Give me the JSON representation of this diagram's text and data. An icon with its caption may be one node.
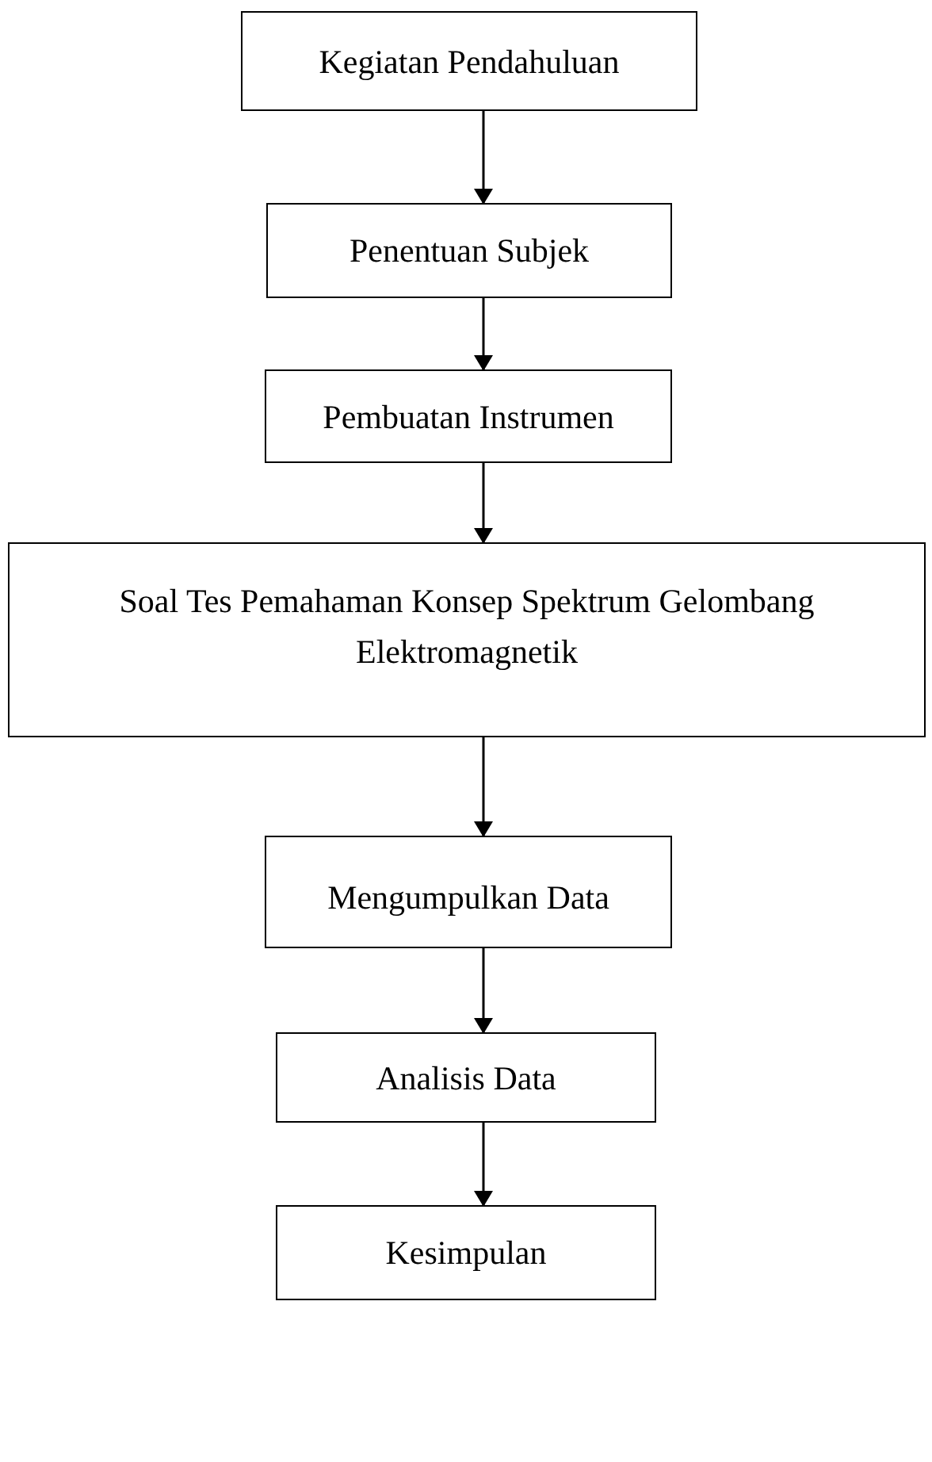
{
  "diagram": {
    "nodes": [
      {
        "text": [
          "Kegiatan Pendahuluan"
        ]
      },
      {
        "text": [
          "Penentuan Subjek"
        ]
      },
      {
        "text": [
          "Pembuatan Instrumen"
        ]
      },
      {
        "text": [
          "Soal Tes Pemahaman Konsep Spektrum Gelombang Elektromagnetik"
        ]
      },
      {
        "text": [
          "Mengumpulkan Data"
        ]
      },
      {
        "text": [
          "Analisis Data"
        ]
      },
      {
        "text": [
          "Kesimpulan"
        ]
      }
    ],
    "edges": [
      {
        "from": 0,
        "to": 1,
        "arrow": "to"
      },
      {
        "from": 1,
        "to": 2,
        "arrow": "to"
      },
      {
        "from": 2,
        "to": 3,
        "arrow": "to"
      },
      {
        "from": 3,
        "to": 4,
        "arrow": "to"
      },
      {
        "from": 4,
        "to": 5,
        "arrow": "to"
      },
      {
        "from": 5,
        "to": 6,
        "arrow": "to"
      }
    ]
  }
}
